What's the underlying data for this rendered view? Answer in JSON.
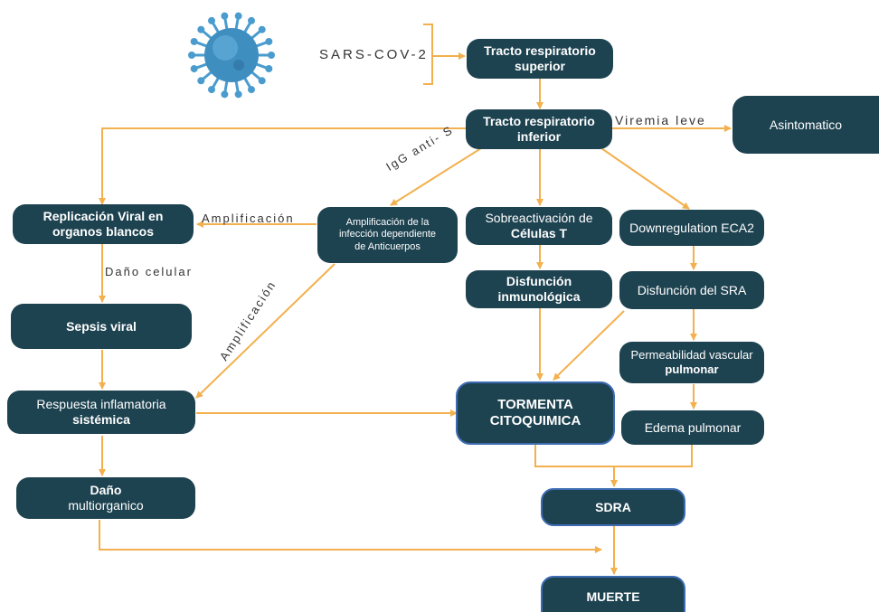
{
  "colors": {
    "node_fill": "#1d4250",
    "node_border": "#3d6cb3",
    "arrow": "#f3b04e",
    "label": "#333333",
    "virus": "#3f8ec0"
  },
  "virus_icon": "coronavirus-icon",
  "nodes": {
    "sars": "SARS-COV-2",
    "tracto_superior": [
      "Tracto respiratorio",
      "superior"
    ],
    "tracto_inferior": [
      "Tracto respiratorio",
      "inferior"
    ],
    "asintomatico": "Asintomatico",
    "replicacion": [
      "Replicación Viral en",
      "organos blancos"
    ],
    "amplificacion_infeccion": [
      "Amplificación de la",
      "infección  dependiente",
      "de  Anticuerpos"
    ],
    "sobreactivacion": [
      "Sobreactivación de",
      "Células T"
    ],
    "downregulation": "Downregulation ECA2",
    "sepsis": "Sepsis viral",
    "disfuncion_inmunologica": [
      "Disfunción",
      "inmunológica"
    ],
    "disfuncion_sra": "Disfunción del SRA",
    "permeabilidad": [
      "Permeabilidad vascular",
      "pulmonar"
    ],
    "respuesta": [
      "Respuesta inflamatoria",
      "sistémica"
    ],
    "tormenta": [
      "TORMENTA",
      "CITOQUIMICA"
    ],
    "edema": "Edema pulmonar",
    "dano_multiorganico": [
      "Daño",
      "multiorganico"
    ],
    "sdra": "SDRA",
    "muerte": "MUERTE"
  },
  "labels": {
    "viremia": "Viremia leve",
    "igg": "IgG anti- S",
    "amplificacion_h": "Amplificación",
    "dano_celular": "Daño celular",
    "amplificacion_diag": "Amplificación"
  }
}
